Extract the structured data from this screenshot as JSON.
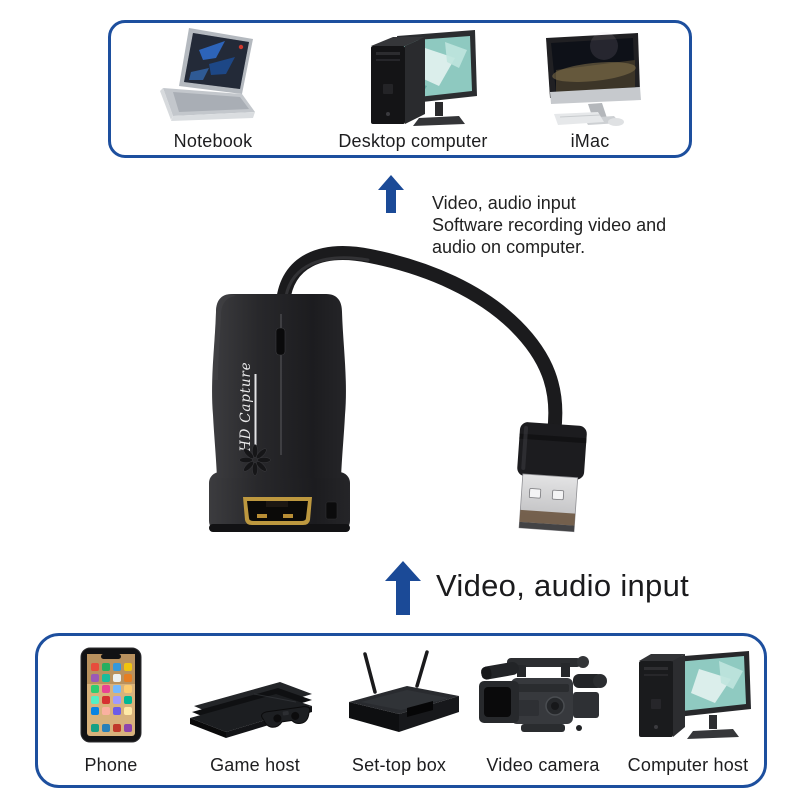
{
  "colors": {
    "accent_blue": "#1d4f9e",
    "arrow_blue": "#1b4a97",
    "text_dark": "#1d1d1f",
    "device_body": "#222225",
    "usb_metal": "#c9c9cb"
  },
  "top_box": {
    "items": [
      {
        "label": "Notebook"
      },
      {
        "label": "Desktop computer"
      },
      {
        "label": "iMac"
      }
    ]
  },
  "upper_annotation": {
    "lines": [
      "Video, audio input",
      "Software recording video and",
      "audio on computer."
    ]
  },
  "device": {
    "print_label": "HD Capture"
  },
  "lower_annotation": {
    "label": "Video, audio input"
  },
  "bottom_box": {
    "items": [
      {
        "label": "Phone"
      },
      {
        "label": "Game host"
      },
      {
        "label": "Set-top box"
      },
      {
        "label": "Video camera"
      },
      {
        "label": "Computer host"
      }
    ]
  }
}
